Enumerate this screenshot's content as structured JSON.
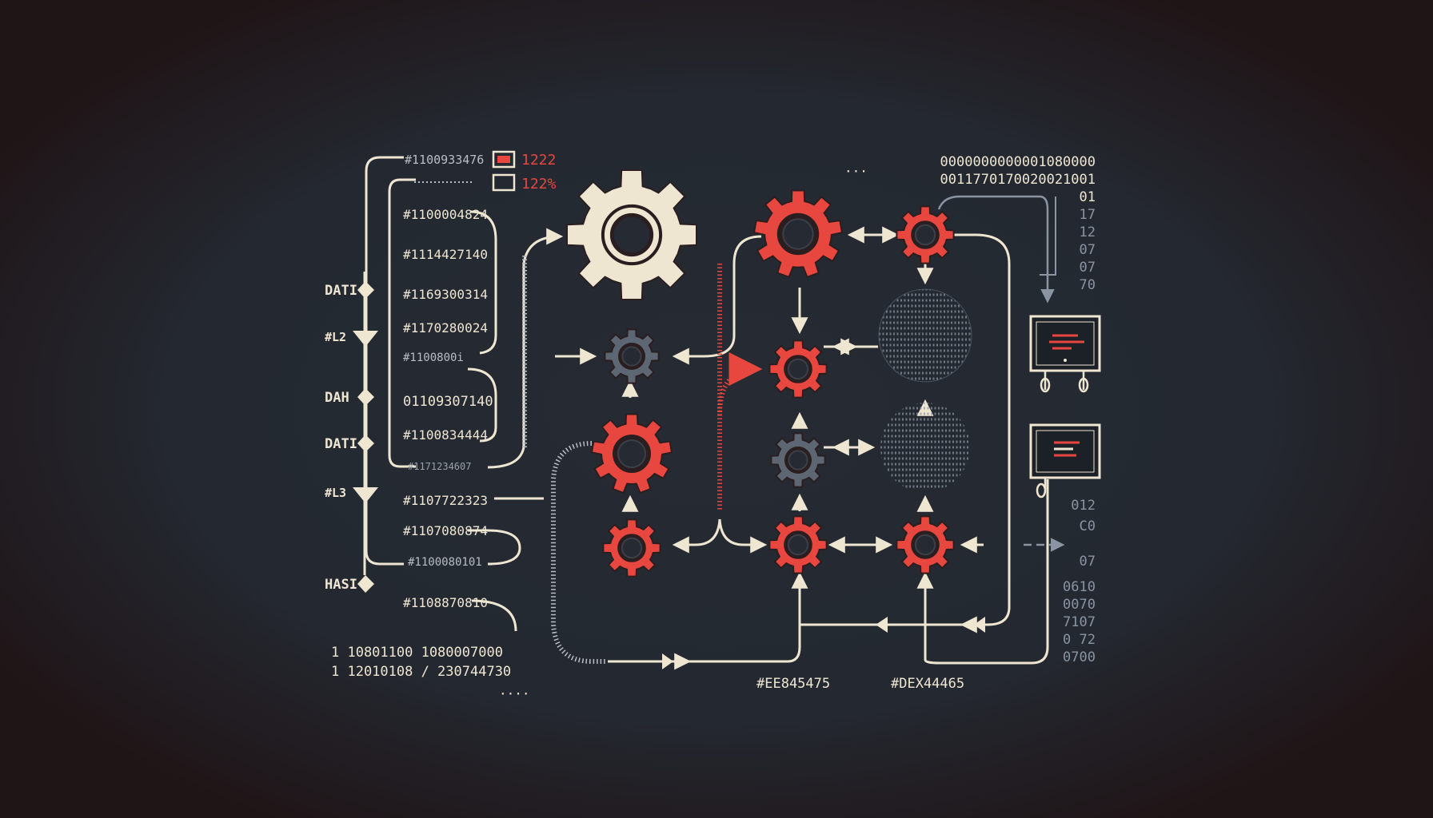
{
  "colors": {
    "background": "#262b33",
    "vignette": "#1f1416",
    "cream": "#efe6d2",
    "red": "#e8473f",
    "slate": "#5d6673",
    "muted_text": "#b9bec6"
  },
  "legend": {
    "item_1": "1222",
    "item_2": "122%"
  },
  "header_code": "#1100933476",
  "left_codes": [
    "#1100004824",
    "#1114427140",
    "#1169300314",
    "#1170280024",
    "#1100800i",
    "01109307140",
    "#1100834444",
    "#1171234607",
    "#1107722323",
    "#1107080874",
    "#1100080101",
    "#1108870810"
  ],
  "side_labels": {
    "data_1": "DATI",
    "step_1": "#L2",
    "data_2": "DAH",
    "data_3": "DATI",
    "step_2": "#L3",
    "hash": "HASI"
  },
  "binary_top": [
    "0000000000001080000",
    "0011770170020021001",
    "01",
    "17",
    "12",
    "07",
    "07",
    "70"
  ],
  "binary_bottom_left": [
    "1 10801100 1080007000",
    "1 12010108 / 230744730"
  ],
  "right_codes": [
    "012",
    "C0",
    "07",
    "0610",
    "0070",
    "7107",
    "0 72",
    "0700"
  ],
  "bottom_codes": [
    "#EE845475",
    "#DEX44465"
  ],
  "ellipses": [
    "···",
    "····"
  ],
  "icon_names": [
    "gear-icon",
    "terminal-window-icon",
    "data-sphere-icon",
    "diamond-node-icon",
    "triangle-node-icon"
  ]
}
